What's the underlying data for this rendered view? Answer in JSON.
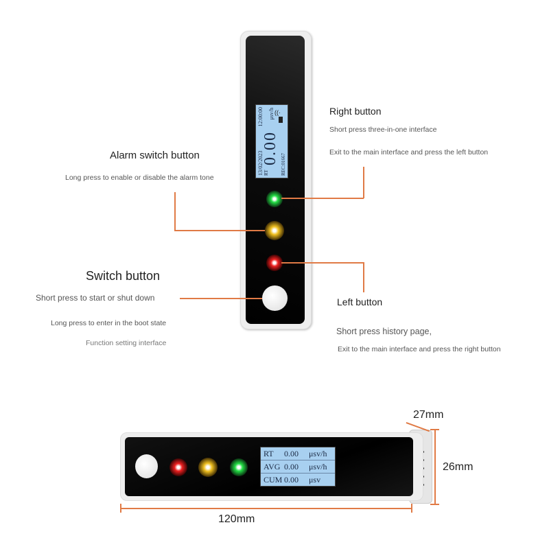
{
  "callouts": {
    "right": {
      "title": "Right button",
      "lines": [
        "Short press three-in-one interface",
        "Exit to the main interface and press the left button"
      ]
    },
    "alarm": {
      "title": "Alarm switch button",
      "lines": [
        "Long press to enable or disable the alarm tone"
      ]
    },
    "switch": {
      "title": "Switch button",
      "lines": [
        "Short press to start or shut down",
        "Long press to enter in the boot state",
        "Function setting interface"
      ]
    },
    "left": {
      "title": "Left button",
      "lines": [
        "Short press history page,",
        "Exit to the main interface and press the right button"
      ]
    }
  },
  "vertical_lcd": {
    "date": "13/02/2023",
    "time": "12:00:00",
    "mode": "RT",
    "value": "0.00",
    "unit": "μsv/h",
    "rec": "REC:01667",
    "icons": [
      "wifi-icon",
      "battery-icon"
    ]
  },
  "horizontal_lcd": {
    "rows": [
      {
        "label": "RT",
        "value": "0.00",
        "unit": "μsv/h"
      },
      {
        "label": "AVG",
        "value": "0.00",
        "unit": "μsv/h"
      },
      {
        "label": "CUM",
        "value": "0.00",
        "unit": "μsv"
      }
    ]
  },
  "dimensions": {
    "length": "120mm",
    "depth": "27mm",
    "height": "26mm"
  },
  "colors": {
    "callout_line": "#e07a45",
    "lcd": "#a8d0f0",
    "led_green": "#22dd44",
    "led_yellow": "#f0c020",
    "led_red": "#ee2020"
  }
}
